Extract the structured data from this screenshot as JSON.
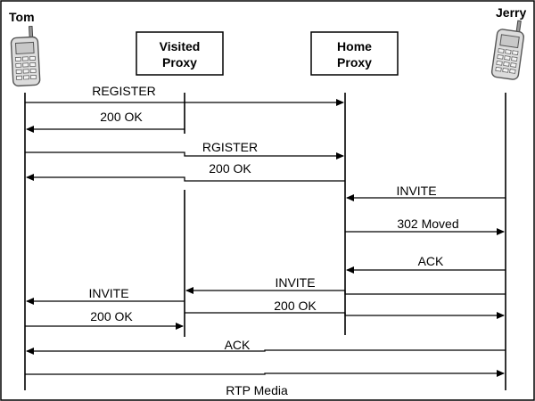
{
  "actors": {
    "tom": "Tom",
    "visited": [
      "Visited",
      "Proxy"
    ],
    "home": [
      "Home",
      "Proxy"
    ],
    "jerry": "Jerry"
  },
  "messages": [
    {
      "label": "REGISTER",
      "from": "Tom",
      "to": "Home Proxy",
      "via": "Visited Proxy"
    },
    {
      "label": "200 OK",
      "from": "Visited Proxy",
      "to": "Tom"
    },
    {
      "label": "RGISTER",
      "from": "Tom",
      "to": "Home Proxy",
      "via": "Visited Proxy"
    },
    {
      "label": "200 OK",
      "from": "Home Proxy",
      "to": "Tom",
      "via": "Visited Proxy"
    },
    {
      "label": "INVITE",
      "from": "Jerry",
      "to": "Home Proxy"
    },
    {
      "label": "302 Moved",
      "from": "Home Proxy",
      "to": "Jerry"
    },
    {
      "label": "ACK",
      "from": "Jerry",
      "to": "Home Proxy"
    },
    {
      "label": "INVITE",
      "from": "Jerry",
      "to": "Tom",
      "via": [
        "Home Proxy",
        "Visited Proxy"
      ]
    },
    {
      "label": "INVITE",
      "from": "Home Proxy",
      "to": "Visited Proxy"
    },
    {
      "label": "200 OK",
      "from": "Tom",
      "to": "Jerry",
      "via": [
        "Visited Proxy",
        "Home Proxy"
      ]
    },
    {
      "label": "200 OK",
      "from": "Visited Proxy",
      "to": "Home Proxy"
    },
    {
      "label": "ACK",
      "from": "Jerry",
      "to": "Tom"
    },
    {
      "label": "RTP Media",
      "from": "Tom",
      "to": "Jerry"
    }
  ]
}
